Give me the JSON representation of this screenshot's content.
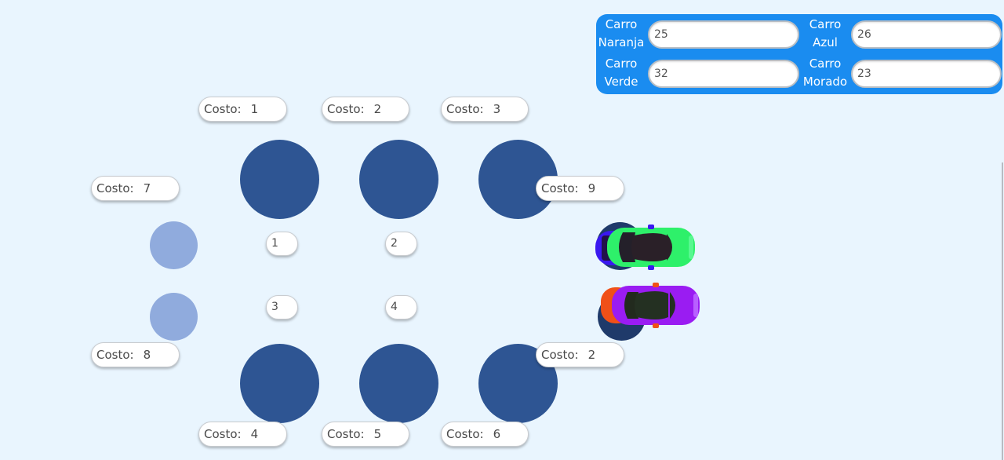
{
  "cost_label": "Costo:",
  "costs": {
    "top1": "1",
    "top2": "2",
    "top3": "3",
    "left7": "7",
    "right9": "9",
    "left8": "8",
    "right2": "2",
    "bottom4": "4",
    "bottom5": "5",
    "bottom6": "6"
  },
  "nodes": [
    "1",
    "2",
    "3",
    "4"
  ],
  "cars_panel": {
    "orange": {
      "label_line1": "Carro",
      "label_line2": "Naranja",
      "value": "25"
    },
    "blue": {
      "label_line1": "Carro",
      "label_line2": "Azul",
      "value": "26"
    },
    "green": {
      "label_line1": "Carro",
      "label_line2": "Verde",
      "value": "32"
    },
    "purple": {
      "label_line1": "Carro",
      "label_line2": "Morado",
      "value": "23"
    }
  },
  "colors": {
    "background": "#e9f5fe",
    "panel": "#1a8cf0",
    "table_dark": "#2e5593",
    "table_light": "#90abdd",
    "car_green": "#2ef06a",
    "car_blue": "#3a18f0",
    "car_purple": "#9a1cf2",
    "car_orange": "#f05018"
  }
}
